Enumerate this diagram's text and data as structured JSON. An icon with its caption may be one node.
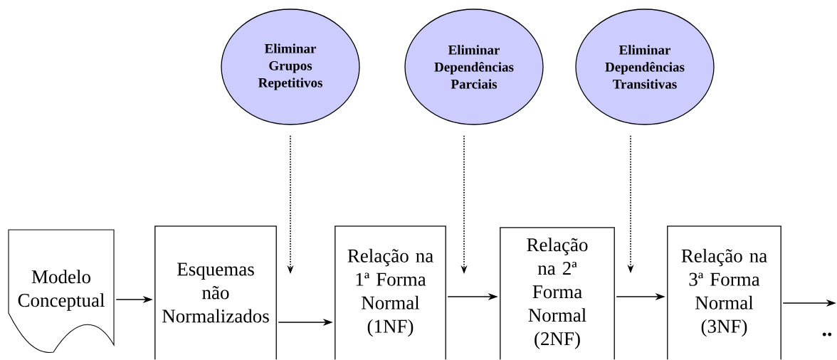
{
  "diagram": {
    "nodes": [
      {
        "text": [
          "Modelo Conceptual"
        ]
      },
      {
        "text": [
          "Esquemas não Normalizados"
        ]
      },
      {
        "text": [
          "Relação na 1ª Forma Normal (1NF)"
        ]
      },
      {
        "text": [
          "Relação na 2ª Forma Normal (2NF)"
        ]
      },
      {
        "text": [
          "Relação na 3ª Forma Normal (3NF)"
        ]
      },
      {
        "text": [
          "Eliminar Grupos Repetitivos"
        ]
      },
      {
        "text": [
          "Eliminar Dependências Parciais"
        ]
      },
      {
        "text": [
          "Eliminar Dependências Transitivas"
        ]
      }
    ],
    "edges": [
      {
        "from": 0,
        "to": 1,
        "arrow": "to"
      },
      {
        "from": 1,
        "to": 2,
        "arrow": "to"
      },
      {
        "from": 2,
        "to": 3,
        "arrow": "to"
      },
      {
        "from": 3,
        "to": 4,
        "arrow": "to"
      },
      {
        "from": 4,
        "to": null,
        "arrow": "to"
      },
      {
        "from": 5,
        "to": null,
        "arrow": "to",
        "style": "dashed"
      },
      {
        "from": 6,
        "to": null,
        "arrow": "to",
        "style": "dashed"
      },
      {
        "from": 7,
        "to": null,
        "arrow": "to",
        "style": "dashed"
      }
    ],
    "labels": [
      ".."
    ]
  }
}
